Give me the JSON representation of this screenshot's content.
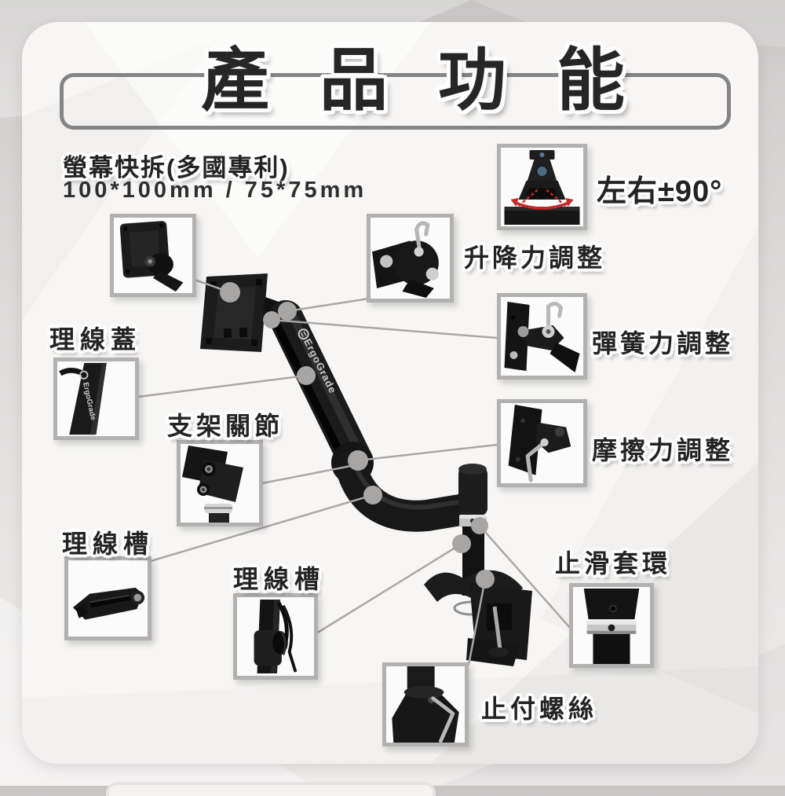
{
  "header": {
    "title": "產品功能",
    "title_chars": [
      "產",
      "品",
      "功",
      "能"
    ]
  },
  "intro": {
    "feature": "螢幕快拆(多國專利)",
    "vesa_sizes": "100*100mm / 75*75mm"
  },
  "brand": {
    "logo_text": "ErgoGrade"
  },
  "callouts": {
    "swivel": "左右±90°",
    "lift": "升降力調整",
    "spring": "彈簧力調整",
    "friction": "摩擦力調整",
    "cable_cover": "理線蓋",
    "arm_joint": "支架關節",
    "cable_slot_arm": "理線槽",
    "cable_slot_pole": "理線槽",
    "anti_slip_ring": "止滑套環",
    "set_screw": "止付螺絲"
  },
  "colors": {
    "frame": "#c9c7c6",
    "card": "#f7f6f5",
    "title_border": "#858585",
    "label_text": "#232323",
    "inset_border": "#b3b1b0",
    "connector": "#a8a6a5",
    "product_black": "#161616",
    "metal_silver": "#c2c2c2",
    "accent_red": "#c62828"
  }
}
